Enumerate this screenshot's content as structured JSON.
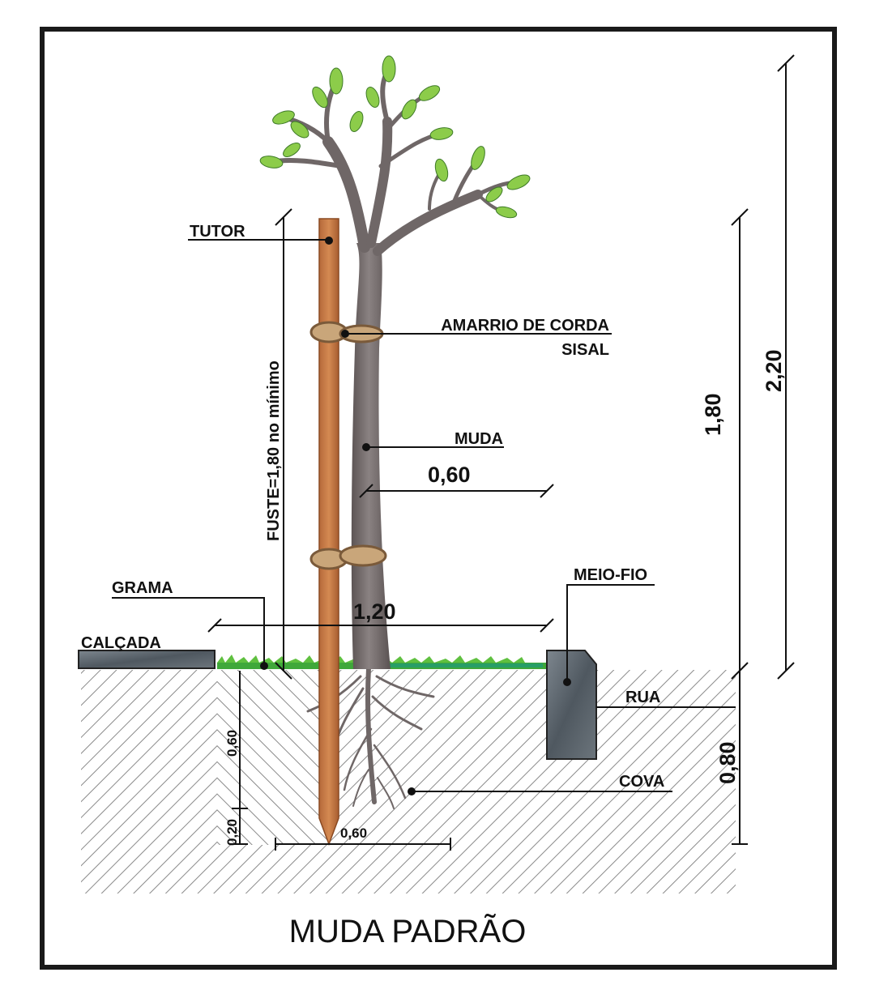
{
  "title": "MUDA PADRÃO",
  "labels": {
    "tutor": "TUTOR",
    "amarrio_line1": "AMARRIO DE CORDA",
    "amarrio_line2": "SISAL",
    "muda": "MUDA",
    "grama": "GRAMA",
    "calcada": "CALÇADA",
    "meio_fio": "MEIO-FIO",
    "rua": "RUA",
    "cova": "COVA",
    "fuste": "FUSTE=1,80 no mínimo"
  },
  "dimensions": {
    "total_height": "2,20",
    "trunk_height": "1,80",
    "trunk_to_curb": "0,60",
    "pit_width": "1,20",
    "pit_depth": "0,80",
    "pit_depth_upper": "0,60",
    "pit_depth_lower": "0,20",
    "pit_bottom_width": "0,60"
  },
  "colors": {
    "frame": "#1a1a1a",
    "stake": "#c77a45",
    "trunk": "#6f6767",
    "leaf": "#8ccc4a",
    "grass": "#3fa83a",
    "concrete": "#5e6870",
    "hatch": "#8a8a8a"
  }
}
